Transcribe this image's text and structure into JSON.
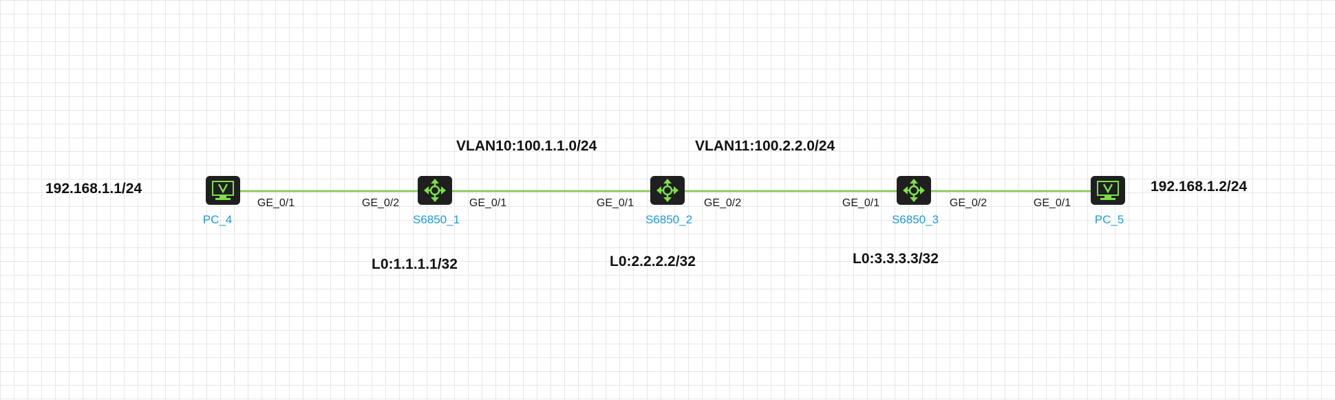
{
  "colors": {
    "link": "#7fc84a",
    "device_bg": "#1f1f1f",
    "device_glyph": "#7ee04a",
    "node_label": "#1e9bd7"
  },
  "devices": {
    "pc_4": {
      "label": "PC_4",
      "icon": "pc-monitor-icon"
    },
    "s6850_1": {
      "label": "S6850_1",
      "icon": "l3-switch-icon"
    },
    "s6850_2": {
      "label": "S6850_2",
      "icon": "l3-switch-icon"
    },
    "s6850_3": {
      "label": "S6850_3",
      "icon": "l3-switch-icon"
    },
    "pc_5": {
      "label": "PC_5",
      "icon": "pc-monitor-icon"
    }
  },
  "ports": {
    "pc4_ge01": "GE_0/1",
    "s1_ge02": "GE_0/2",
    "s1_ge01": "GE_0/1",
    "s2_ge01": "GE_0/1",
    "s2_ge02": "GE_0/2",
    "s3_ge01": "GE_0/1",
    "s3_ge02": "GE_0/2",
    "pc5_ge01": "GE_0/1"
  },
  "annotations": {
    "pc4_ip": "192.168.1.1/24",
    "pc5_ip": "192.168.1.2/24",
    "vlan10": "VLAN10:100.1.1.0/24",
    "vlan11": "VLAN11:100.2.2.0/24",
    "s1_loopback": "L0:1.1.1.1/32",
    "s2_loopback": "L0:2.2.2.2/32",
    "s3_loopback": "L0:3.3.3.3/32"
  }
}
